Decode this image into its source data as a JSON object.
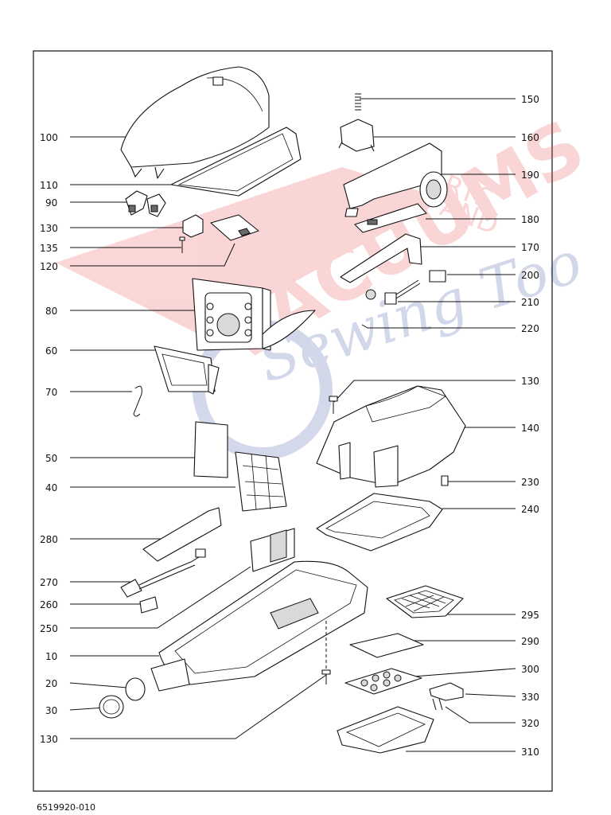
{
  "document_number": "6519920-010",
  "watermark": {
    "text_large": "VACUUMS",
    "text_parts": "PARTS",
    "text_and": "AND",
    "text_script": "Sewing Too",
    "colors": {
      "red": "#e8434b",
      "blue": "#3d4fa3"
    }
  },
  "callouts_left": [
    "100",
    "110",
    "90",
    "130",
    "135",
    "120",
    "80",
    "60",
    "70",
    "50",
    "40",
    "280",
    "270",
    "260",
    "250",
    "10",
    "20",
    "30",
    "130"
  ],
  "callouts_right": [
    "150",
    "160",
    "190",
    "180",
    "170",
    "200",
    "210",
    "220",
    "130",
    "140",
    "230",
    "240",
    "295",
    "290",
    "300",
    "330",
    "320",
    "310"
  ]
}
